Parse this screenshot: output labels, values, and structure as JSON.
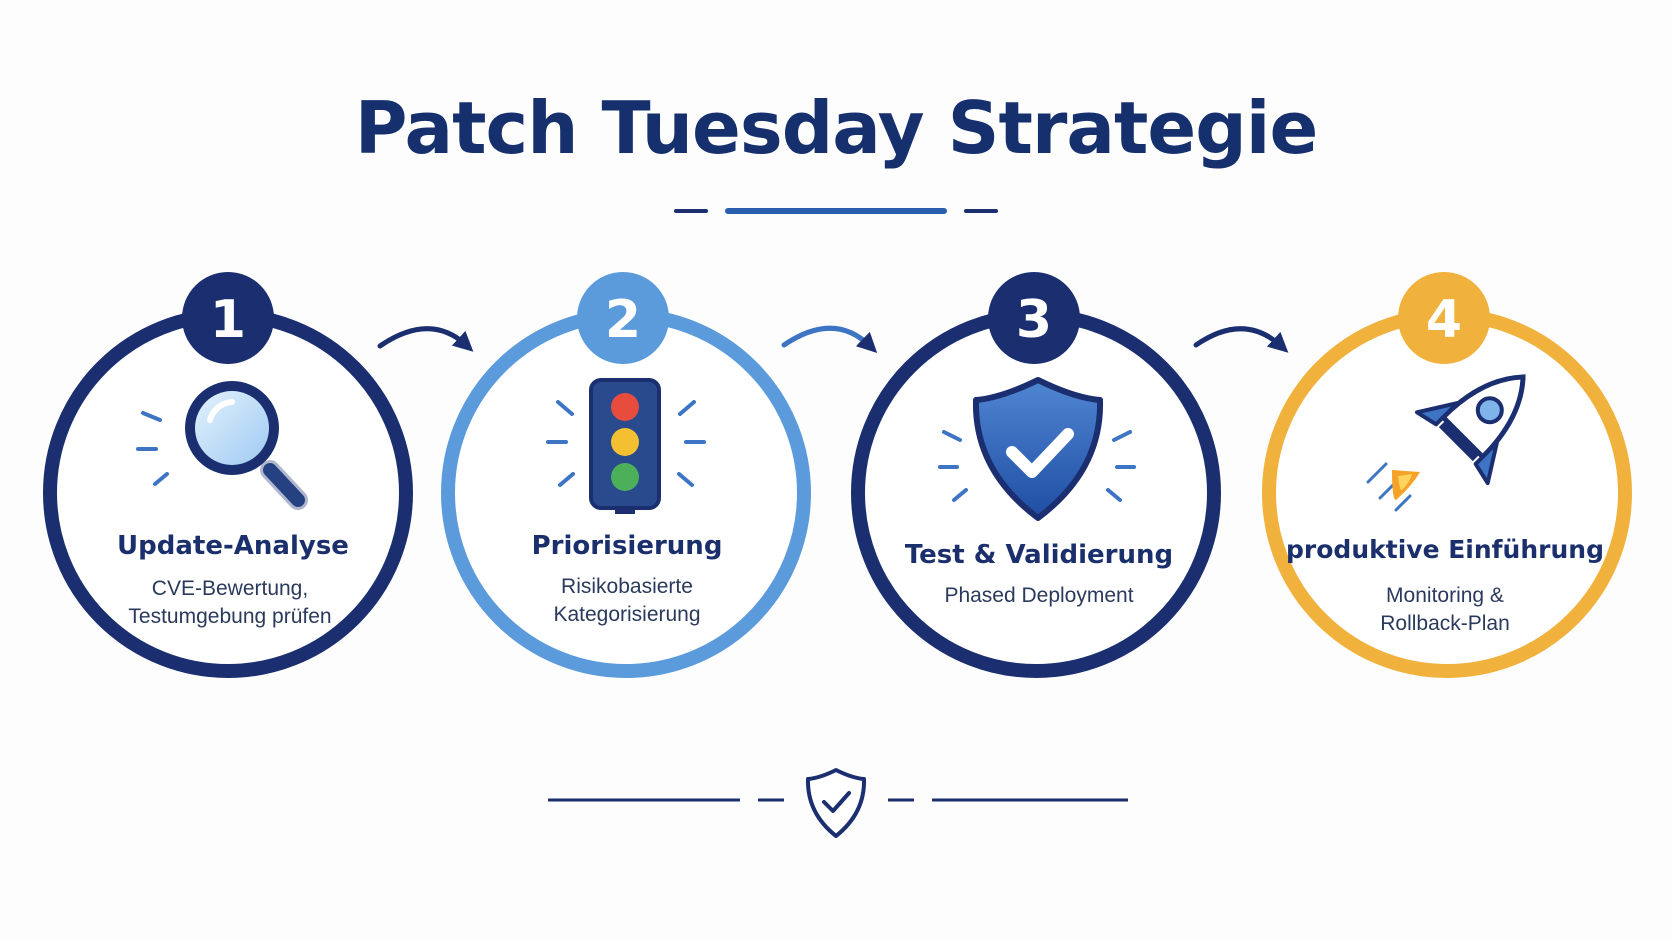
{
  "title": "Patch Tuesday Strategie",
  "colors": {
    "navy": "#1b2f70",
    "blue": "#5b9bdc",
    "gold": "#f0b23c",
    "icon_blue": "#3d75c4"
  },
  "steps": [
    {
      "number": "1",
      "title": "Update-Analyse",
      "desc": [
        "CVE-Bewertung,",
        "Testumgebung prüfen"
      ],
      "icon": "magnifier-icon",
      "ring_color": "#1b2f70"
    },
    {
      "number": "2",
      "title": "Priorisierung",
      "desc": [
        "Risikobasierte",
        "Kategorisierung"
      ],
      "icon": "traffic-light-icon",
      "ring_color": "#5b9bdc"
    },
    {
      "number": "3",
      "title": "Test & Validierung",
      "desc": [
        "Phased Deployment"
      ],
      "icon": "shield-check-icon",
      "ring_color": "#1b2f70"
    },
    {
      "number": "4",
      "title": "produktive Einführung",
      "desc": [
        "Monitoring &",
        "Rollback-Plan"
      ],
      "icon": "rocket-icon",
      "ring_color": "#f0b23c"
    }
  ],
  "footer_icon": "shield-check-icon"
}
